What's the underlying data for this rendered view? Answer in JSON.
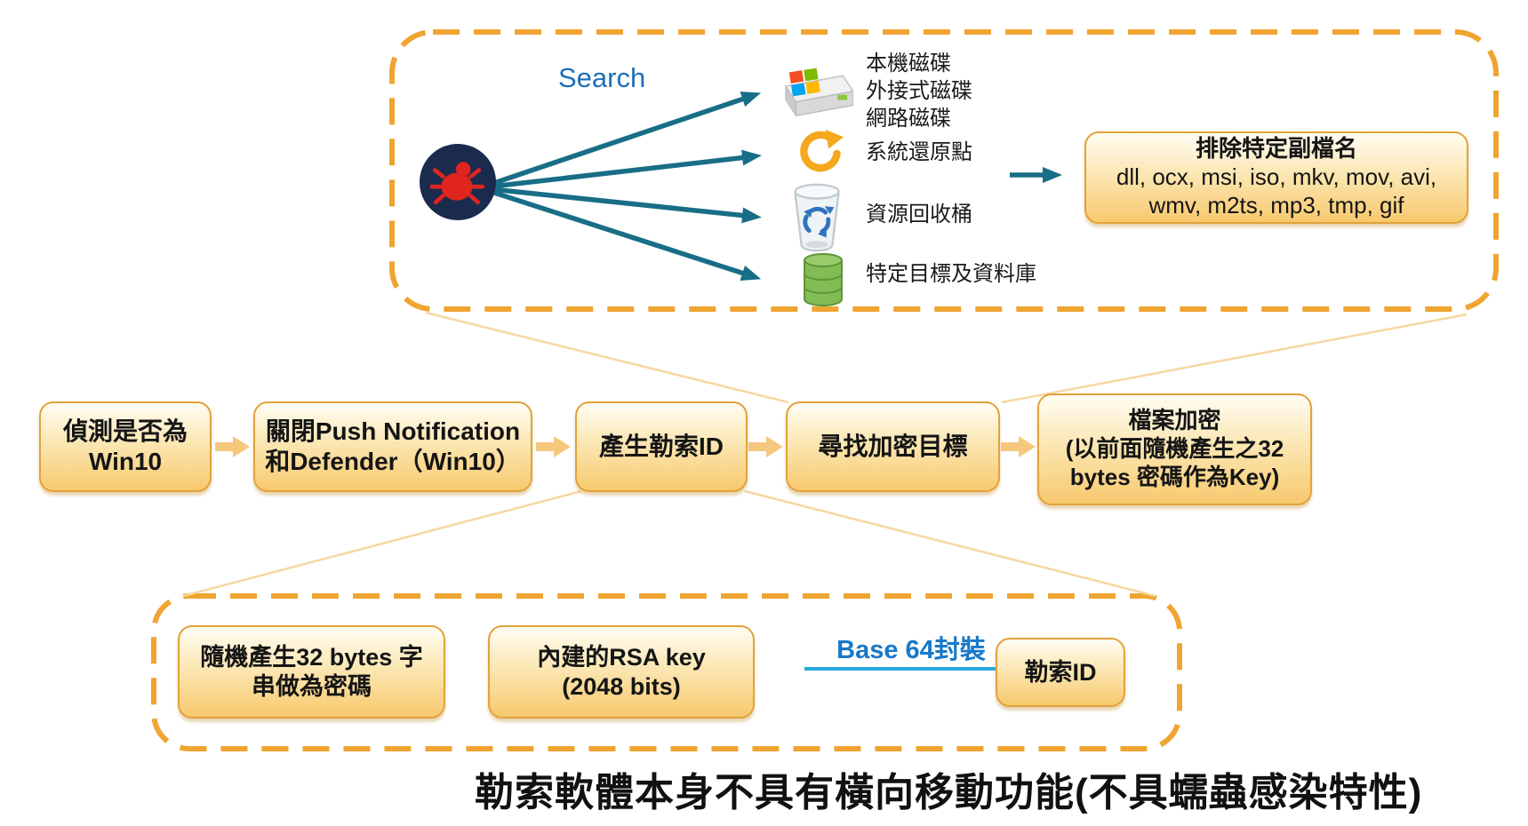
{
  "colors": {
    "dashed_border_orange": "#F0A431",
    "box_border_orange": "#E2A23B",
    "box_fill_gradient_top": "#FFFDF3",
    "box_fill_gradient_bottom": "#F8C96E",
    "teal_arrow": "#186E86",
    "flow_arrow_light_orange": "#F6C87E",
    "callout_line_tan": "#F5D8A2",
    "search_text_blue": "#1E6FB8",
    "base64_text_blue": "#1879C9",
    "base64_arrow_blue": "#29A9E1",
    "bug_badge_navy": "#1B2B4D",
    "bug_red": "#E0251E"
  },
  "search_panel": {
    "search_label": "Search",
    "malware_icon": "bug-icon",
    "targets": [
      {
        "icon": "disk-drives-icon",
        "lines": [
          "本機磁碟",
          "外接式磁碟",
          "網路磁碟"
        ]
      },
      {
        "icon": "system-restore-icon",
        "lines": [
          "系統還原點"
        ]
      },
      {
        "icon": "recycle-bin-icon",
        "lines": [
          "資源回收桶"
        ]
      },
      {
        "icon": "database-icon",
        "lines": [
          "特定目標及資料庫"
        ]
      }
    ],
    "exclude_box": {
      "title": "排除特定副檔名",
      "lines": [
        "dll, ocx, msi, iso, mkv, mov, avi,",
        "wmv, m2ts, mp3, tmp, gif"
      ]
    }
  },
  "flow_steps": [
    {
      "id": "detect-win10",
      "lines": [
        "偵測是否為",
        "Win10"
      ]
    },
    {
      "id": "disable-push-defender",
      "lines": [
        "關閉Push Notification",
        "和Defender（Win10）"
      ]
    },
    {
      "id": "generate-ransom-id",
      "lines": [
        "產生勒索ID"
      ]
    },
    {
      "id": "find-encrypt-targets",
      "lines": [
        "尋找加密目標"
      ]
    },
    {
      "id": "encrypt-files",
      "lines": [
        "檔案加密",
        "(以前面隨機產生之32",
        "bytes 密碼作為Key)"
      ]
    }
  ],
  "id_panel": {
    "password_box": {
      "lines": [
        "隨機產生32 bytes 字",
        "串做為密碼"
      ]
    },
    "rsa_box": {
      "lines": [
        "內建的RSA key",
        "(2048 bits)"
      ]
    },
    "base64_label": "Base 64封裝",
    "ransom_id_box": {
      "lines": [
        "勒索ID"
      ]
    }
  },
  "footer_caption": "勒索軟體本身不具有橫向移動功能(不具蠕蟲感染特性)"
}
